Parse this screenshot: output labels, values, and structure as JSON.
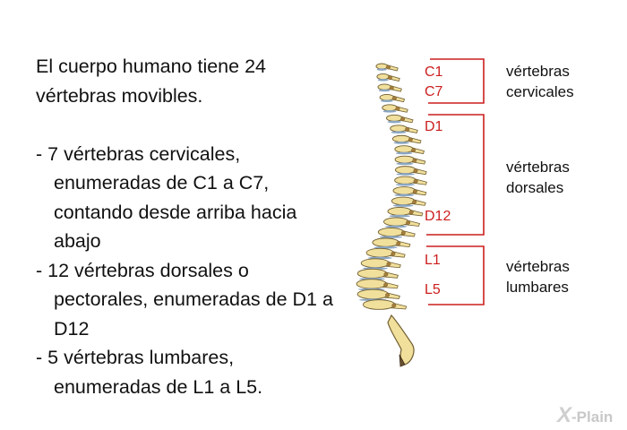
{
  "text": {
    "intro": "El cuerpo humano tiene 24 vértebras movibles.",
    "bullets": [
      "- 7 vértebras cervicales, enumeradas de C1 a C7, contando desde arriba hacia abajo",
      "- 12 vértebras dorsales o pectorales, enumeradas de D1 a D12",
      "- 5 vértebras lumbares, enumeradas de L1 a L5."
    ]
  },
  "vertebra_labels": {
    "c1": "C1",
    "c7": "C7",
    "d1": "D1",
    "d12": "D12",
    "l1": "L1",
    "l5": "L5"
  },
  "groups": {
    "cervical": [
      "vértebras",
      "cervicales"
    ],
    "dorsal": [
      "vértebras",
      "dorsales"
    ],
    "lumbar": [
      "vértebras",
      "lumbares"
    ]
  },
  "logo": {
    "mark": "X",
    "text": "-Plain"
  },
  "colors": {
    "label_red": "#cc1f1f",
    "bone": "#f1df9c",
    "bone_outline": "#6f5e2f",
    "disc": "#8aa6c3",
    "logo_gray": "#c8c8c8"
  }
}
